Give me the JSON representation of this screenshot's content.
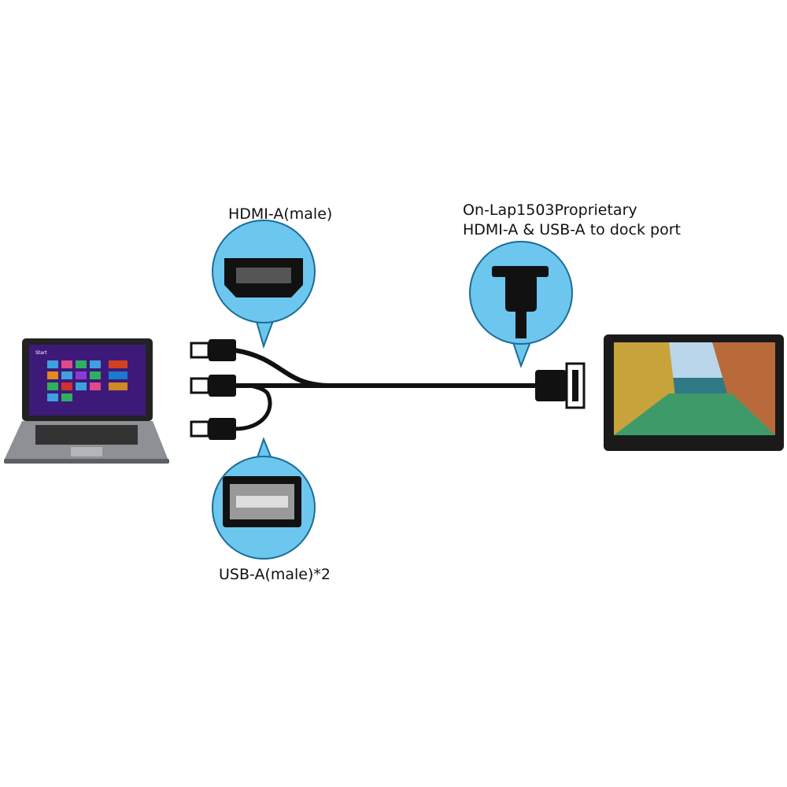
{
  "labels": {
    "hdmi": "HDMI-A(male)",
    "dock_line1": "On-Lap1503Proprietary",
    "dock_line2": "HDMI-A & USB-A to dock port",
    "usb": "USB-A(male)*2"
  },
  "laptop": {
    "screen_text": "Start"
  },
  "colors": {
    "bubble": "#6cc6ee",
    "bubble_border": "#1b6c98",
    "cable": "#111111"
  }
}
